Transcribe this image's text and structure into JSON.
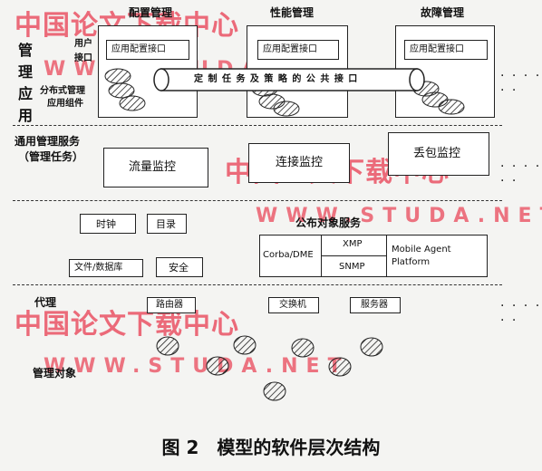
{
  "watermark": {
    "cn": "中国论文下载中心",
    "url": "WWW.STUDA.NET"
  },
  "layers": {
    "mgmt_app": "管理应用",
    "common_services": "通用管理服务",
    "common_services_sub": "（管理任务）",
    "proxy": "代理",
    "managed_objects": "管理对象"
  },
  "apps": {
    "config": "配置管理",
    "perf": "性能管理",
    "fault": "故障管理",
    "user": "用户",
    "interface": "接口",
    "app_config_interface": "应用配置接口",
    "distributed": "分布式管理",
    "app_component": "应用组件",
    "common_interface": "定 制 任 务 及 策 略 的 公 共 接 口"
  },
  "tasks": {
    "traffic": "流量监控",
    "connection": "连接监控",
    "packet_loss": "丢包监控"
  },
  "services": {
    "clock": "时钟",
    "directory": "目录",
    "public_objects": "公布对象服务",
    "file_db": "文件/数据库",
    "security": "安全",
    "corba": "Corba/DME",
    "xmp": "XMP",
    "snmp": "SNMP",
    "mobile_agent": "Mobile Agent",
    "platform": "Platform"
  },
  "proxies": {
    "router": "路由器",
    "switch": "交换机",
    "server": "服务器"
  },
  "ellipsis": "· · · · · ·",
  "caption": "图 2　模型的软件层次结构"
}
